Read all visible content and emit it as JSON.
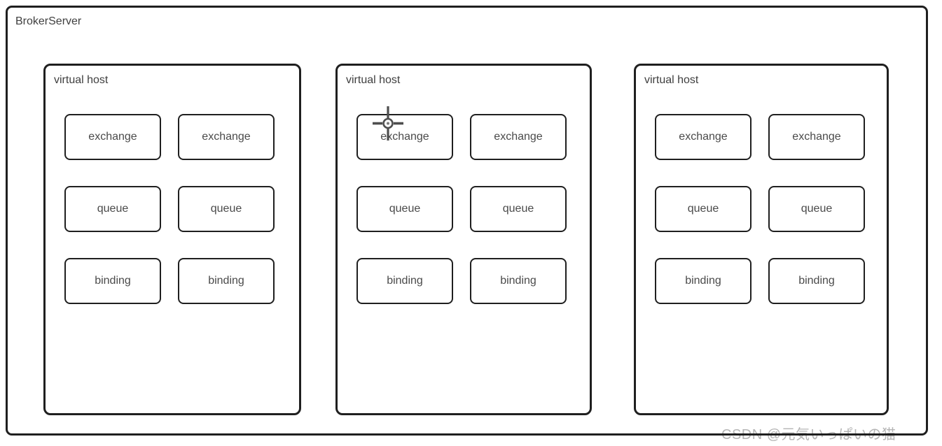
{
  "diagram": {
    "title": "BrokerServer",
    "virtual_hosts": [
      {
        "label": "virtual host",
        "nodes": [
          "exchange",
          "exchange",
          "queue",
          "queue",
          "binding",
          "binding"
        ]
      },
      {
        "label": "virtual host",
        "nodes": [
          "exchange",
          "exchange",
          "queue",
          "queue",
          "binding",
          "binding"
        ]
      },
      {
        "label": "virtual host",
        "nodes": [
          "exchange",
          "exchange",
          "queue",
          "queue",
          "binding",
          "binding"
        ]
      }
    ]
  },
  "watermark": "CSDN @元気いっぱいの猫",
  "colors": {
    "border": "#1f1f1f",
    "label_text": "#3f3f3f",
    "node_text": "#4a4a4a",
    "watermark": "#b4b4b4",
    "background": "#ffffff"
  }
}
